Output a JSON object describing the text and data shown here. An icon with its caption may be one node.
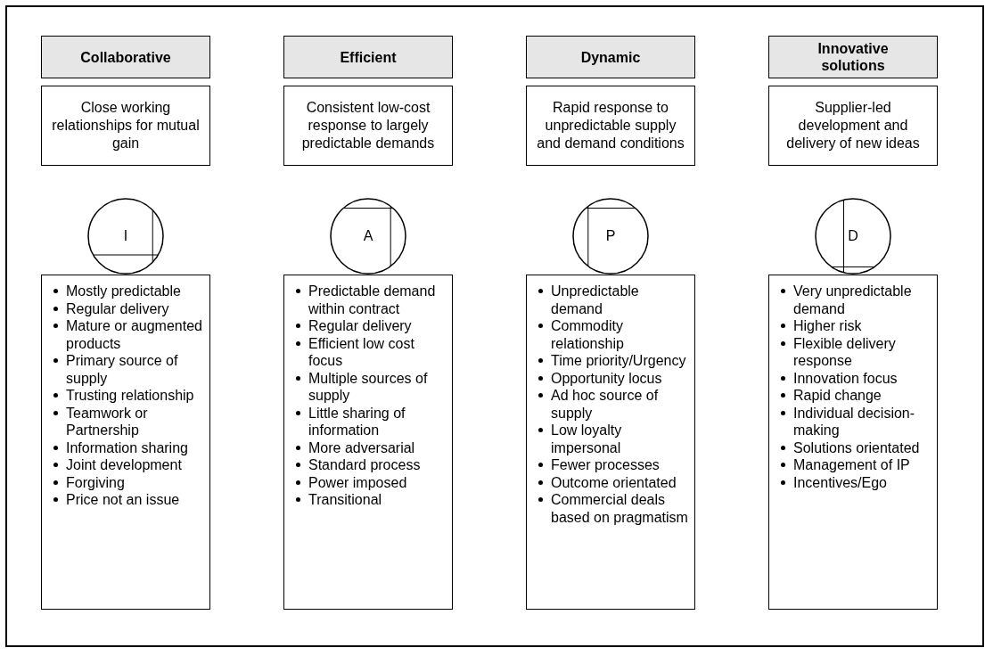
{
  "diagram": {
    "nodes": [
      {
        "text": [
          "Collaborative"
        ]
      },
      {
        "text": [
          "Close working relationships for mutual gain"
        ]
      },
      {
        "text": [
          "I"
        ]
      },
      {
        "text": [
          "Mostly predictable",
          "Regular delivery",
          "Mature or augmented products",
          "Primary source of supply",
          "Trusting relationship",
          "Teamwork or Partnership",
          "Information sharing",
          "Joint development",
          "Forgiving",
          "Price not an issue"
        ]
      },
      {
        "text": [
          "Efficient"
        ]
      },
      {
        "text": [
          "Consistent low-cost response to largely predictable demands"
        ]
      },
      {
        "text": [
          "A"
        ]
      },
      {
        "text": [
          "Predictable demand within contract",
          "Regular delivery",
          "Efficient low cost focus",
          "Multiple sources of supply",
          "Little sharing of information",
          "More adversarial",
          "Standard process",
          "Power imposed",
          "Transitional"
        ]
      },
      {
        "text": [
          "Dynamic"
        ]
      },
      {
        "text": [
          "Rapid response to unpredictable supply and demand conditions"
        ]
      },
      {
        "text": [
          "P"
        ]
      },
      {
        "text": [
          "Unpredictable demand",
          "Commodity relationship",
          "Time priority/Urgency",
          "Opportunity locus",
          "Ad hoc source of supply",
          "Low loyalty impersonal",
          "Fewer processes",
          "Outcome orientated",
          "Commercial deals based on pragmatism"
        ]
      },
      {
        "text": [
          "Innovative solutions"
        ]
      },
      {
        "text": [
          "Supplier-led development and delivery of new ideas"
        ]
      },
      {
        "text": [
          "D"
        ]
      },
      {
        "text": [
          "Very unpredictable demand",
          "Higher risk",
          "Flexible delivery response",
          "Innovation focus",
          "Rapid change",
          "Individual decision-making",
          "Solutions orientated",
          "Management of IP",
          "Incentives/Ego"
        ]
      }
    ]
  }
}
